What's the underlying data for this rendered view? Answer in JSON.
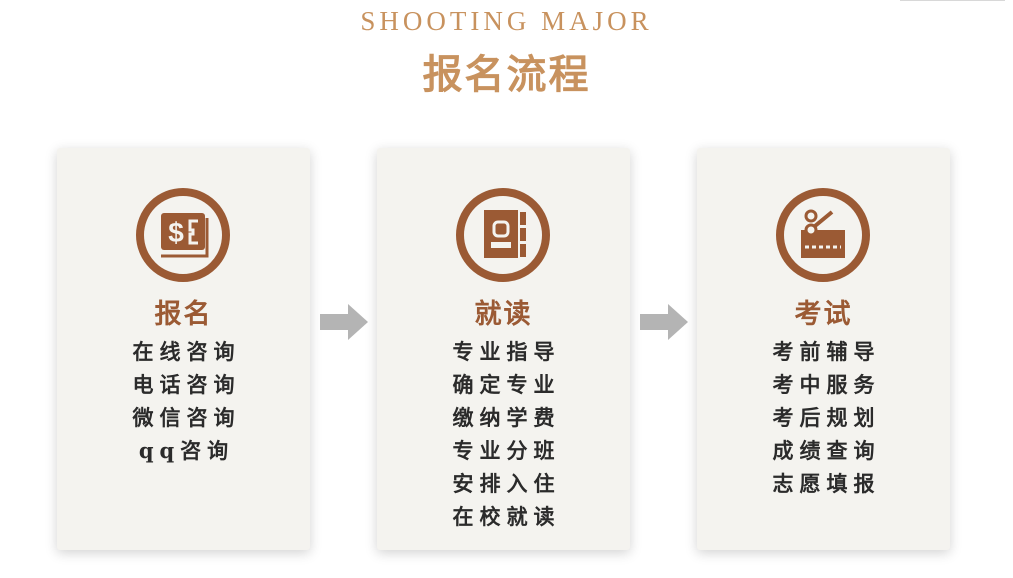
{
  "header": {
    "subtitle": "SHOOTING MAJOR",
    "title": "报名流程"
  },
  "colors": {
    "accent": "#c8925e",
    "icon_brown": "#9b5a34",
    "card_bg": "#f4f3ef",
    "arrow": "#b4b4b4",
    "text": "#2b2b2b"
  },
  "steps": [
    {
      "icon": "money-bill-icon",
      "title": "报名",
      "items": [
        "在线咨询",
        "电话咨询",
        "微信咨询",
        "qq咨询"
      ]
    },
    {
      "icon": "address-book-icon",
      "title": "就读",
      "items": [
        "专业指导",
        "确定专业",
        "缴纳学费",
        "专业分班",
        "安排入住",
        "在校就读"
      ]
    },
    {
      "icon": "ticket-scissors-icon",
      "title": "考试",
      "items": [
        "考前辅导",
        "考中服务",
        "考后规划",
        "成绩查询",
        "志愿填报"
      ]
    }
  ],
  "arrows": [
    "arrow-right-icon",
    "arrow-right-icon"
  ]
}
